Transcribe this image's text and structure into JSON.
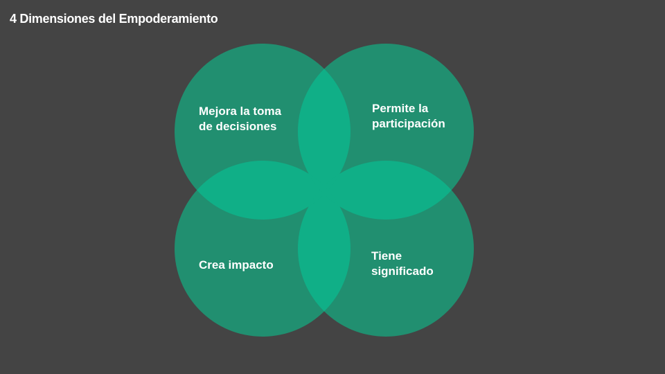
{
  "title": "4 Dimensiones del Empoderamiento",
  "colors": {
    "background": "#444444",
    "circle": "#218f70",
    "overlap": "#10af87",
    "text": "#ffffff"
  },
  "circles": [
    {
      "label": "Mejora la toma de decisiones"
    },
    {
      "label": "Permite la participación"
    },
    {
      "label": "Crea impacto"
    },
    {
      "label": "Tiene significado"
    }
  ]
}
